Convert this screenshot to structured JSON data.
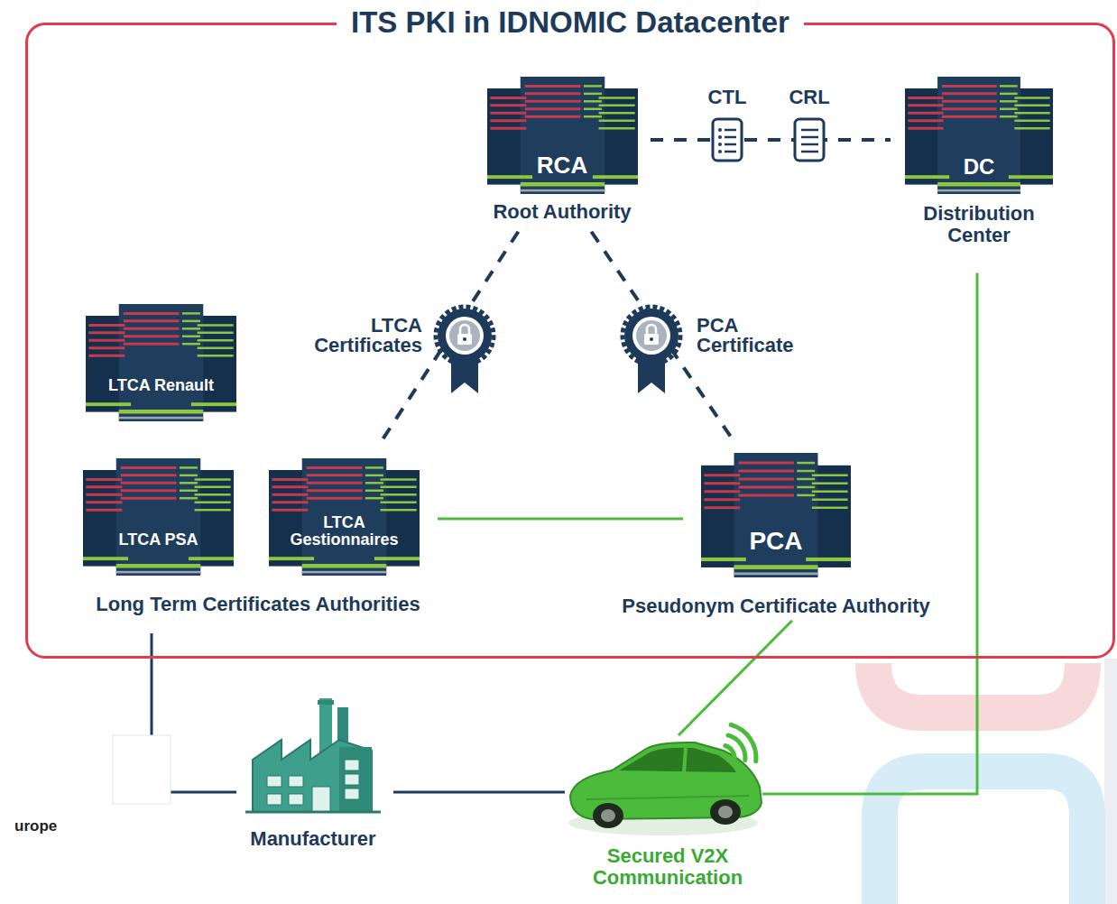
{
  "diagram": {
    "nodes": [
      {
        "text": [
          "ITS PKI in IDNOMIC Datacenter"
        ]
      },
      {
        "text": [
          "RCA",
          "Root Authority"
        ],
        "in": 0
      },
      {
        "text": [
          "DC",
          "Distribution Center"
        ],
        "in": 0
      },
      {
        "text": [
          "LTCA Renault"
        ],
        "in": 0
      },
      {
        "text": [
          "LTCA PSA"
        ],
        "in": 0
      },
      {
        "text": [
          "LTCA Gestionnaires"
        ],
        "in": 0
      },
      {
        "text": [
          "PCA",
          "Pseudonym Certificate Authority"
        ],
        "in": 0
      },
      {
        "text": [
          "Manufacturer"
        ]
      },
      {
        "text": [
          "Secured V2X Communication"
        ]
      }
    ],
    "edges": [
      {
        "from": 1,
        "to": 5,
        "label": "LTCA Certificates",
        "arrow": "none"
      },
      {
        "from": 1,
        "to": 6,
        "label": "PCA Certificate",
        "arrow": "none"
      },
      {
        "from": 1,
        "to": 2,
        "arrow": "none"
      },
      {
        "from": 5,
        "to": 6,
        "arrow": "none"
      },
      {
        "from": 6,
        "to": 8,
        "arrow": "none"
      },
      {
        "from": 2,
        "to": 8,
        "arrow": "none"
      },
      {
        "from": 7,
        "to": 8,
        "arrow": "none"
      }
    ],
    "labels": [
      "CTL",
      "CRL",
      "Long Term Certificates Authorities",
      "urope"
    ]
  }
}
